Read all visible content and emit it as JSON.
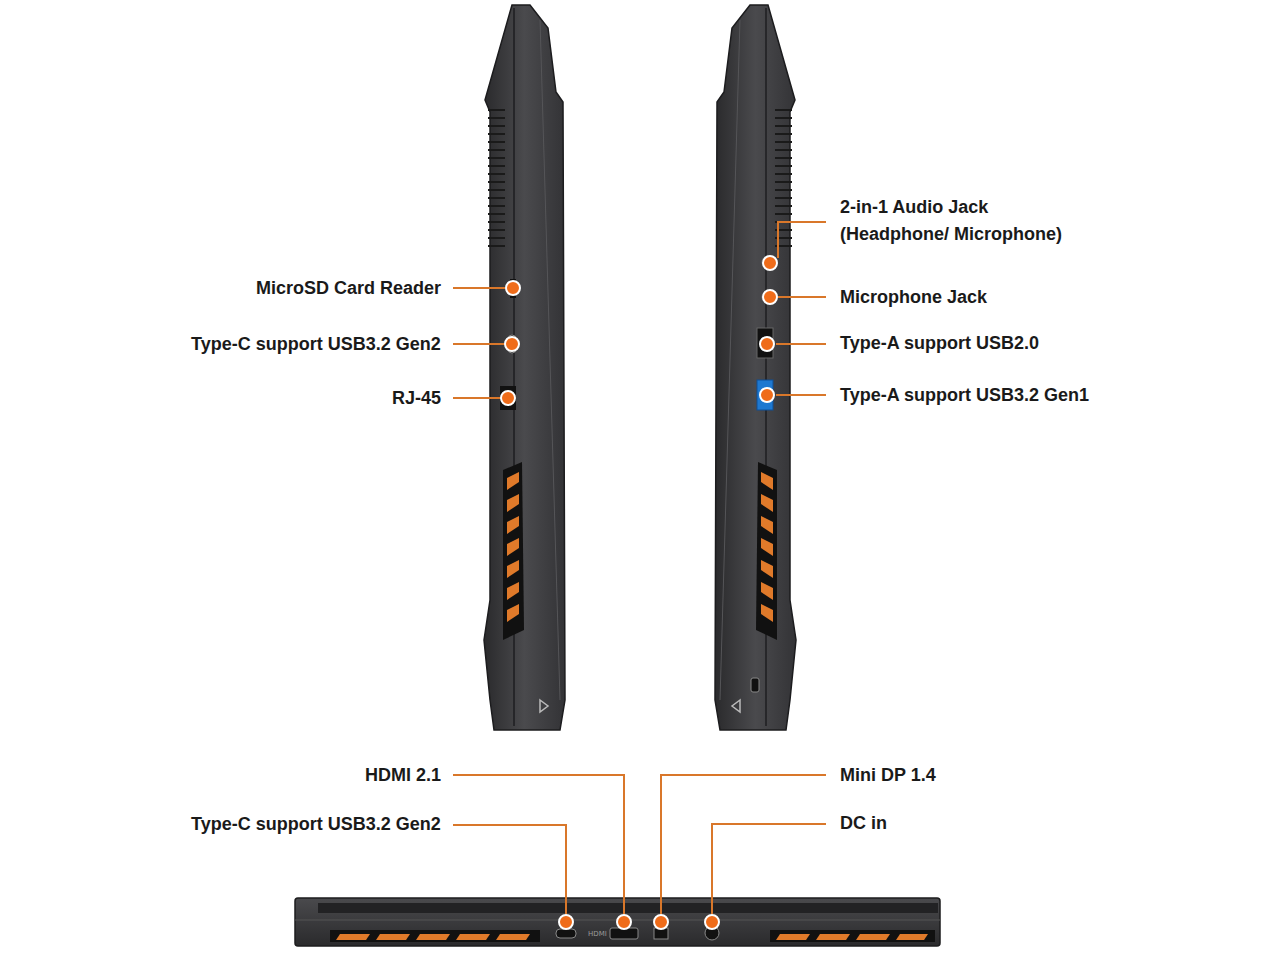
{
  "diagram": {
    "labels": [
      "MicroSD Card Reader",
      "Type-C support USB3.2 Gen2",
      "RJ-45",
      "2-in-1 Audio Jack (Headphone/ Microphone)",
      "Microphone Jack",
      "Type-A support USB2.0",
      "Type-A support USB3.2 Gen1",
      "HDMI 2.1",
      "Mini DP 1.4",
      "Type-C support USB3.2 Gen2",
      "DC in",
      "HDMI"
    ]
  }
}
